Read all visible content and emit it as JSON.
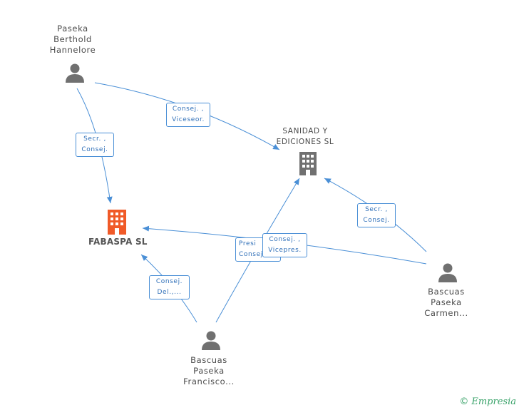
{
  "colors": {
    "edge": "#4a8fd6",
    "person": "#707070",
    "company_main": "#f05a28",
    "company_other": "#707070"
  },
  "nodes": {
    "berthold": {
      "name_lines": [
        "Paseka",
        "Berthold",
        "Hannelore"
      ]
    },
    "sanidad": {
      "name_lines": [
        "SANIDAD Y",
        "EDICIONES SL"
      ]
    },
    "fabaspa": {
      "name": "FABASPA SL"
    },
    "carmen": {
      "name_lines": [
        "Bascuas",
        "Paseka",
        "Carmen..."
      ]
    },
    "francisco": {
      "name_lines": [
        "Bascuas",
        "Paseka",
        "Francisco..."
      ]
    }
  },
  "edges": {
    "berthold_sanidad": {
      "lines": [
        "Consej. ,",
        "Viceseor."
      ]
    },
    "berthold_fabaspa": {
      "lines": [
        "Secr. ,",
        "Consej."
      ]
    },
    "carmen_sanidad": {
      "lines": [
        "Secr. ,",
        "Consej."
      ]
    },
    "carmen_fabaspa": {
      "lines": [
        "Consej. ,",
        "Vicepres."
      ]
    },
    "francisco_sanidad": {
      "lines": [
        "Presi",
        "Consej."
      ]
    },
    "francisco_fabaspa": {
      "lines": [
        "Consej.",
        "Del.,..."
      ]
    }
  },
  "footer": {
    "copyright": "©",
    "brand": "Empresia"
  }
}
